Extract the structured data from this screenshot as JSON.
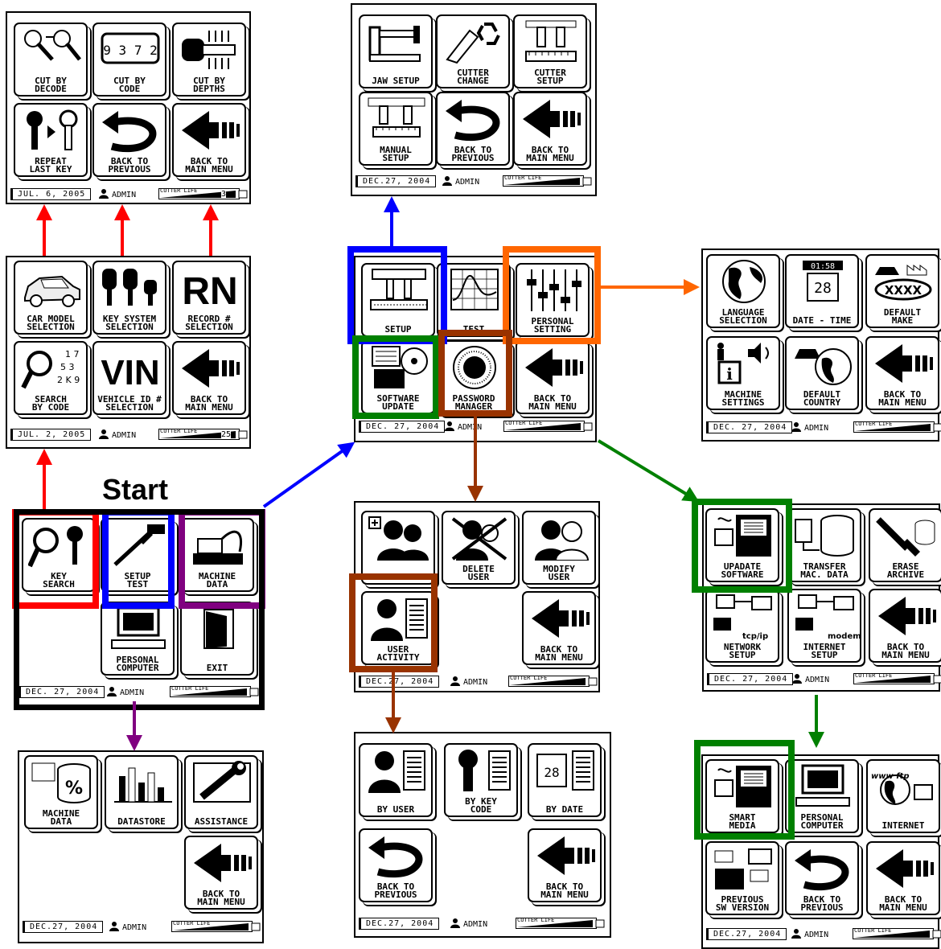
{
  "start_label": "Start",
  "status": {
    "user": "ADMIN",
    "life_label": "CUTTER LIFE"
  },
  "screens": [
    {
      "id": "key_search",
      "date": "JUL. 2, 2005",
      "life_value": "25",
      "buttons": [
        {
          "label": [
            "CAR MODEL",
            "SELECTION"
          ],
          "icon": "car-icon"
        },
        {
          "label": [
            "KEY SYSTEM",
            "SELECTION"
          ],
          "icon": "key-blanks-icon"
        },
        {
          "label": [
            "RECORD #",
            "SELECTION"
          ],
          "icon": "rn-icon"
        },
        {
          "label": [
            "SEARCH",
            "BY CODE"
          ],
          "icon": "magnifier-code-icon"
        },
        {
          "label": [
            "VEHICLE ID #",
            "SELECTION"
          ],
          "icon": "vin-icon"
        },
        {
          "label": [
            "BACK TO",
            "MAIN MENU"
          ],
          "icon": "back-arrow-icon"
        }
      ]
    },
    {
      "id": "cut_menu",
      "date": "JUL. 6, 2005",
      "life_value": "3",
      "buttons": [
        {
          "label": [
            "CUT BY",
            "DECODE"
          ],
          "icon": "key-decode-icon"
        },
        {
          "label": [
            "CUT BY",
            "CODE"
          ],
          "icon": "code-wheel-icon"
        },
        {
          "label": [
            "CUT BY",
            "DEPTHS"
          ],
          "icon": "key-depth-icon"
        },
        {
          "label": [
            "REPEAT",
            "LAST KEY"
          ],
          "icon": "repeat-key-icon"
        },
        {
          "label": [
            "BACK TO",
            "PREVIOUS"
          ],
          "icon": "back-curve-icon"
        },
        {
          "label": [
            "BACK TO",
            "MAIN MENU"
          ],
          "icon": "back-arrow-icon"
        }
      ]
    },
    {
      "id": "main_menu",
      "date": "DEC. 27, 2004",
      "life_value": "",
      "buttons": [
        {
          "label": [
            "KEY",
            "SEARCH"
          ],
          "icon": "key-search-icon"
        },
        {
          "label": [
            "SETUP",
            "TEST"
          ],
          "icon": "setup-test-icon"
        },
        {
          "label": [
            "MACHINE",
            "DATA"
          ],
          "icon": "machine-icon"
        },
        {
          "label": [
            "PERSONAL",
            "COMPUTER"
          ],
          "icon": "computer-icon"
        },
        {
          "label": [
            "EXIT"
          ],
          "icon": "exit-door-icon"
        }
      ]
    },
    {
      "id": "machine_data",
      "date": "DEC.27, 2004",
      "life_value": "",
      "buttons": [
        {
          "label": [
            "MACHINE",
            "DATA"
          ],
          "icon": "database-percent-icon"
        },
        {
          "label": [
            "DATASTORE"
          ],
          "icon": "bar-chart-icon"
        },
        {
          "label": [
            "ASSISTANCE"
          ],
          "icon": "wrench-icon"
        },
        {
          "label": [
            "BACK TO",
            "MAIN MENU"
          ],
          "icon": "back-arrow-icon"
        }
      ]
    },
    {
      "id": "setup_test",
      "date": "DEC. 27, 2004",
      "life_value": "",
      "buttons": [
        {
          "label": [
            "SETUP"
          ],
          "icon": "caliper-setup-icon"
        },
        {
          "label": [
            "TEST"
          ],
          "icon": "graph-icon"
        },
        {
          "label": [
            "PERSONAL",
            "SETTING"
          ],
          "icon": "sliders-icon"
        },
        {
          "label": [
            "SOFTWARE",
            "UPDATE"
          ],
          "icon": "software-box-icon"
        },
        {
          "label": [
            "PASSWORD",
            "MANAGER"
          ],
          "icon": "dial-icon"
        },
        {
          "label": [
            "BACK TO",
            "MAIN MENU"
          ],
          "icon": "back-arrow-icon"
        }
      ]
    },
    {
      "id": "setup",
      "date": "DEC.27, 2004",
      "life_value": "",
      "buttons": [
        {
          "label": [
            "JAW SETUP"
          ],
          "icon": "jaw-clamp-icon"
        },
        {
          "label": [
            "CUTTER",
            "CHANGE"
          ],
          "icon": "recycle-cutter-icon"
        },
        {
          "label": [
            "CUTTER",
            "SETUP"
          ],
          "icon": "cutter-ruler-icon"
        },
        {
          "label": [
            "MANUAL",
            "SETUP"
          ],
          "icon": "manual-setup-icon"
        },
        {
          "label": [
            "BACK TO",
            "PREVIOUS"
          ],
          "icon": "back-curve-icon"
        },
        {
          "label": [
            "BACK TO",
            "MAIN MENU"
          ],
          "icon": "back-arrow-icon"
        }
      ]
    },
    {
      "id": "personal_setting",
      "date": "DEC. 27, 2004",
      "life_value": "",
      "buttons": [
        {
          "label": [
            "LANGUAGE",
            "SELECTION"
          ],
          "icon": "globe-icon"
        },
        {
          "label": [
            "DATE - TIME"
          ],
          "icon": "clock-calendar-icon"
        },
        {
          "label": [
            "DEFAULT",
            "MAKE"
          ],
          "icon": "car-factory-icon"
        },
        {
          "label": [
            "MACHINE",
            "SETTINGS"
          ],
          "icon": "info-speaker-icon"
        },
        {
          "label": [
            "DEFAULT",
            "COUNTRY"
          ],
          "icon": "car-globe-icon"
        },
        {
          "label": [
            "BACK TO",
            "MAIN MENU"
          ],
          "icon": "back-arrow-icon"
        }
      ]
    },
    {
      "id": "password_manager",
      "date": "DEC.27, 2004",
      "life_value": "",
      "buttons": [
        {
          "label": [
            "ADD USER"
          ],
          "icon": "add-user-icon"
        },
        {
          "label": [
            "DELETE",
            "USER"
          ],
          "icon": "delete-user-icon"
        },
        {
          "label": [
            "MODIFY",
            "USER"
          ],
          "icon": "modify-user-icon"
        },
        {
          "label": [
            "USER",
            "ACTIVITY"
          ],
          "icon": "user-log-icon"
        },
        {
          "label": [
            "BACK TO",
            "MAIN MENU"
          ],
          "icon": "back-arrow-icon"
        }
      ]
    },
    {
      "id": "user_activity",
      "date": "DEC.27, 2004",
      "life_value": "",
      "buttons": [
        {
          "label": [
            "BY USER"
          ],
          "icon": "user-log-icon"
        },
        {
          "label": [
            "BY KEY",
            "CODE"
          ],
          "icon": "key-log-icon"
        },
        {
          "label": [
            "BY DATE"
          ],
          "icon": "date-log-icon"
        },
        {
          "label": [
            "BACK TO",
            "PREVIOUS"
          ],
          "icon": "back-curve-icon"
        },
        {
          "label": [
            "BACK TO",
            "MAIN MENU"
          ],
          "icon": "back-arrow-icon"
        }
      ]
    },
    {
      "id": "software_update",
      "date": "DEC. 27, 2004",
      "life_value": "",
      "buttons": [
        {
          "label": [
            "UPADATE",
            "SOFTWARE"
          ],
          "icon": "smart-media-icon"
        },
        {
          "label": [
            "TRANSFER",
            "MAC. DATA"
          ],
          "icon": "database-transfer-icon"
        },
        {
          "label": [
            "ERASE",
            "ARCHIVE"
          ],
          "icon": "brush-database-icon"
        },
        {
          "label": [
            "NETWORK",
            "SETUP"
          ],
          "icon": "network-icon",
          "tag": "tcp/ip"
        },
        {
          "label": [
            "INTERNET",
            "SETUP"
          ],
          "icon": "modem-icon",
          "tag": "modem"
        },
        {
          "label": [
            "BACK TO",
            "MAIN MENU"
          ],
          "icon": "back-arrow-icon"
        }
      ]
    },
    {
      "id": "update_software",
      "date": "DEC.27, 2004",
      "life_value": "",
      "buttons": [
        {
          "label": [
            "SMART",
            "MEDIA"
          ],
          "icon": "smart-media-icon"
        },
        {
          "label": [
            "PERSONAL",
            "COMPUTER"
          ],
          "icon": "computer-icon"
        },
        {
          "label": [
            "INTERNET"
          ],
          "icon": "globe-ftp-icon",
          "tag": "www ftp"
        },
        {
          "label": [
            "PREVIOUS",
            "SW VERSION"
          ],
          "icon": "old-new-box-icon"
        },
        {
          "label": [
            "BACK TO",
            "PREVIOUS"
          ],
          "icon": "back-curve-icon"
        },
        {
          "label": [
            "BACK TO",
            "MAIN MENU"
          ],
          "icon": "back-arrow-icon"
        }
      ]
    }
  ],
  "highlight_colors": {
    "red": "#ff0000",
    "blue": "#0000ff",
    "purple": "#800080",
    "orange": "#ff6600",
    "green": "#008000",
    "brown": "#993300",
    "black": "#000000"
  }
}
